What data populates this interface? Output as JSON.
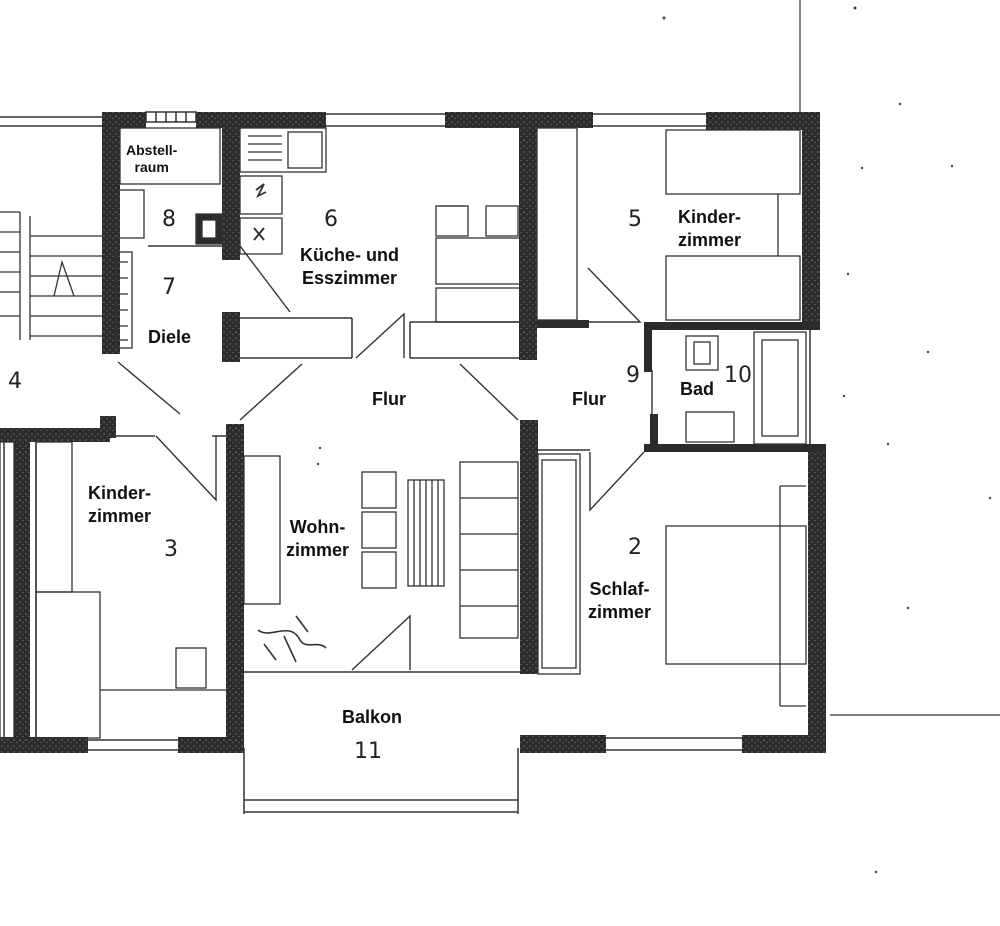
{
  "rooms": {
    "abstellraum": {
      "line1": "Abstell-",
      "line2": "raum",
      "number": "8"
    },
    "kueche": {
      "line1": "Küche- und",
      "line2": "Esszimmer",
      "number": "6"
    },
    "kinderzimmer_oben": {
      "line1": "Kinder-",
      "line2": "zimmer",
      "number": "5"
    },
    "diele": {
      "label": "Diele",
      "number": "7"
    },
    "flur_links": {
      "label": "Flur"
    },
    "flur_rechts": {
      "label": "Flur",
      "number": "9"
    },
    "bad": {
      "label": "Bad",
      "number": "10"
    },
    "treppenhaus": {
      "number": "4"
    },
    "kinderzimmer_links": {
      "line1": "Kinder-",
      "line2": "zimmer",
      "number": "3"
    },
    "wohnzimmer": {
      "line1": "Wohn-",
      "line2": "zimmer"
    },
    "schlafzimmer": {
      "line1": "Schlaf-",
      "line2": "zimmer",
      "number": "2"
    },
    "balkon": {
      "label": "Balkon",
      "number": "11"
    }
  },
  "colors": {
    "wall": "#2b2b2b",
    "line": "#333333",
    "paper": "#ffffff"
  }
}
